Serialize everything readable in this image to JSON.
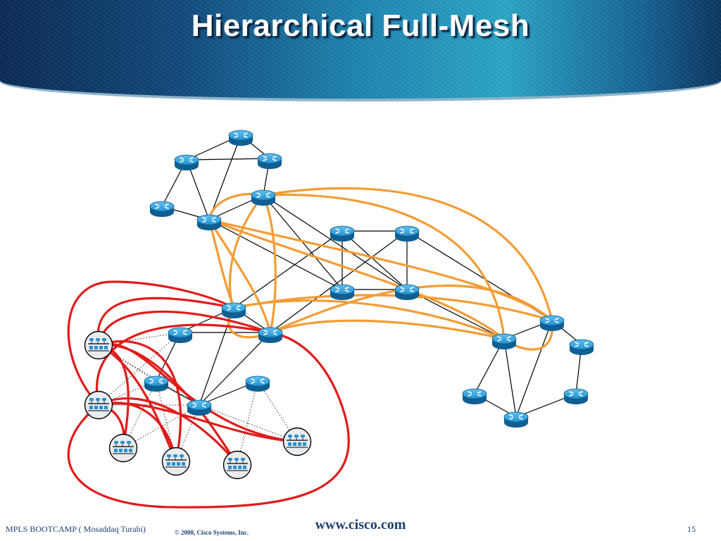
{
  "slide": {
    "title": "Hierarchical Full-Mesh",
    "footer_left": "MPLS BOOTCAMP ( Mosaddaq Turabi)",
    "footer_copyright": "© 2000, Cisco Systems, Inc.",
    "footer_website": "www.cisco.com",
    "page_number": "15"
  },
  "colors": {
    "core_link": "#f39c34",
    "access_link": "#e11b1b",
    "physical_link": "#000000",
    "router_body": "#1f8fcf"
  },
  "icons": {
    "router": "router-icon",
    "lan_site": "lan-site-icon"
  }
}
